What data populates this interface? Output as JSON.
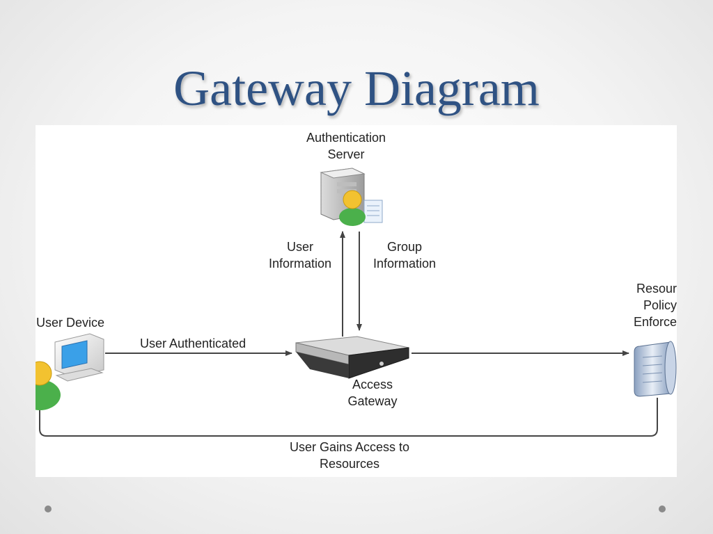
{
  "title": "Gateway Diagram",
  "diagram": {
    "auth_server": {
      "line1": "Authentication",
      "line2": "Server"
    },
    "user_info": {
      "line1": "User",
      "line2": "Information"
    },
    "group_info": {
      "line1": "Group",
      "line2": "Information"
    },
    "user_device": "User Device",
    "user_authenticated": "User Authenticated",
    "access_gateway": {
      "line1": "Access",
      "line2": "Gateway"
    },
    "resource_policy": {
      "line1": "Resour",
      "line2": "Policy",
      "line3": "Enforce"
    },
    "user_gains_access": {
      "line1": "User Gains Access to",
      "line2": "Resources"
    }
  },
  "colors": {
    "title": "#2f5283",
    "line": "#444444",
    "user_head": "#f2c230",
    "user_body": "#4bb04b",
    "screen": "#3aa0e8"
  }
}
